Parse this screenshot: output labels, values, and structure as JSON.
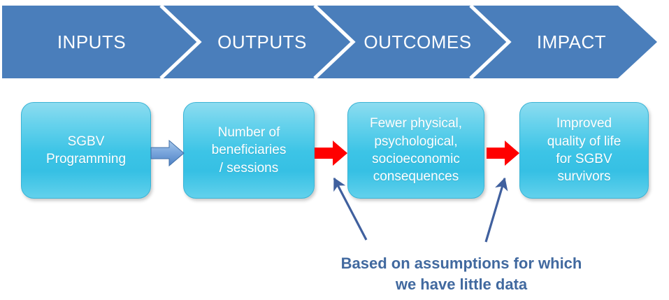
{
  "banner": {
    "fill_color": "#4a7ebb",
    "text_color": "#ffffff",
    "stages": [
      {
        "label": "INPUTS"
      },
      {
        "label": "OUTPUTS"
      },
      {
        "label": "OUTCOMES"
      },
      {
        "label": "IMPACT"
      }
    ]
  },
  "boxes": [
    {
      "text": "SGBV\nProgramming"
    },
    {
      "text": "Number of\nbeneficiaries\n/ sessions"
    },
    {
      "text": "Fewer physical,\npsychological,\nsocioeconomic\nconsequences"
    },
    {
      "text": "Improved\nquality of life\nfor SGBV\nsurvivors"
    }
  ],
  "connectors": [
    {
      "name": "blue-gradient-arrow",
      "color": "#6c9fd8",
      "from": "SGBV Programming",
      "to": "Number of beneficiaries / sessions"
    },
    {
      "name": "red-arrow-1",
      "color": "#ff0000",
      "from": "Number of beneficiaries / sessions",
      "to": "Fewer physical, psychological, socioeconomic consequences"
    },
    {
      "name": "red-arrow-2",
      "color": "#ff0000",
      "from": "Fewer physical, psychological, socioeconomic consequences",
      "to": "Improved quality of life for SGBV survivors"
    }
  ],
  "callouts": [
    {
      "name": "callout-arrow-left",
      "color": "#40609e"
    },
    {
      "name": "callout-arrow-right",
      "color": "#40609e"
    }
  ],
  "caption": {
    "text": "Based on assumptions for which\nwe have little data",
    "color": "#41699f"
  },
  "colors": {
    "banner_blue": "#4a7ebb",
    "box_cyan": "#3cc4e6",
    "red": "#ff0000",
    "caption_blue": "#41699f"
  }
}
